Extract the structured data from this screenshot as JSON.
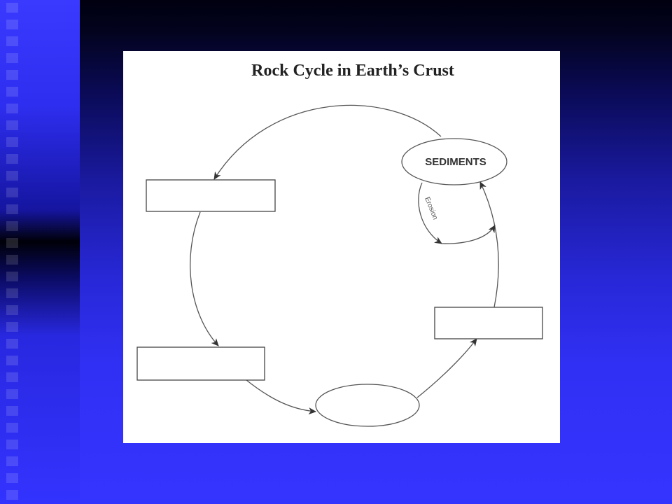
{
  "slide": {
    "background_color": "#3333ff",
    "panel_color": "#ffffff"
  },
  "diagram": {
    "title": "Rock Cycle in Earth’s Crust",
    "nodes": {
      "sediments": {
        "label": "SEDIMENTS",
        "shape": "ellipse"
      },
      "top_left_box": {
        "label": "",
        "shape": "rectangle"
      },
      "bottom_left_box": {
        "label": "",
        "shape": "rectangle"
      },
      "bottom_ellipse": {
        "label": "",
        "shape": "ellipse"
      },
      "right_box": {
        "label": "",
        "shape": "rectangle"
      }
    },
    "edge_labels": {
      "erosion": "Erosion"
    }
  }
}
